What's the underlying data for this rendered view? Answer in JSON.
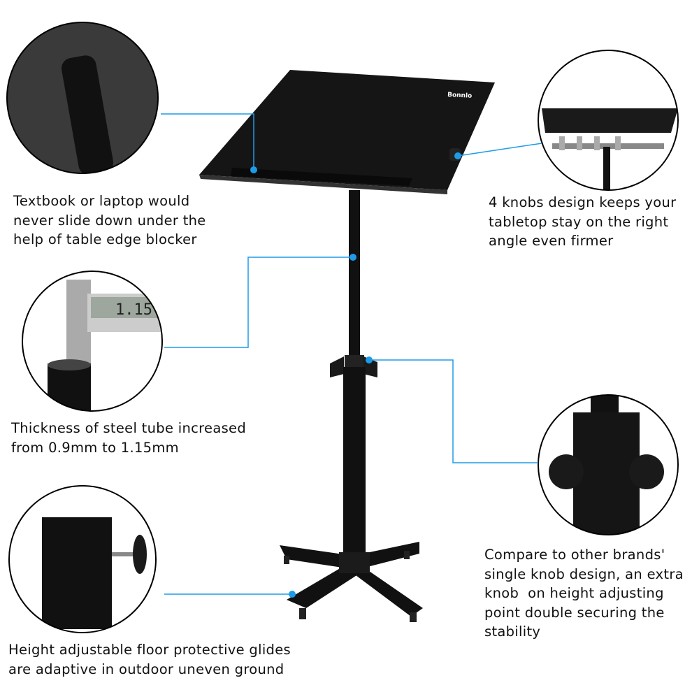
{
  "brand_logo": "Bonnlo",
  "accent_color": "#1e9be8",
  "caliper_reading": "1.15",
  "captions": {
    "edge_blocker": [
      "Textbook or laptop would",
      "never slide down under the",
      "help of table edge blocker"
    ],
    "knobs": [
      "4 knobs design keeps your",
      "tabletop stay on the right",
      "angle even firmer"
    ],
    "steel_tube": [
      "Thickness of steel tube increased",
      "from 0.9mm to 1.15mm"
    ],
    "extra_knob": [
      "Compare to other brands'",
      "single knob design, an extra",
      "knob  on height adjusting",
      "point double securing the",
      "stability"
    ],
    "glides": [
      "Height adjustable floor protective glides",
      "are adaptive in outdoor uneven ground"
    ]
  }
}
